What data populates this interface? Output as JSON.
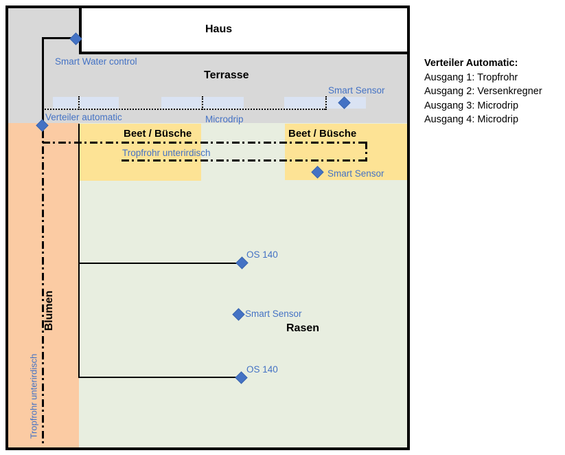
{
  "areas": {
    "haus": "Haus",
    "terrasse": "Terrasse",
    "rasen": "Rasen",
    "blumen": "Blumen",
    "beet_left": "Beet / Büsche",
    "beet_right": "Beet / Büsche"
  },
  "devices": {
    "smart_water_control": "Smart Water control",
    "verteiler_automatic": "Verteiler automatic",
    "microdrip": "Microdrip",
    "smart_sensor_terrasse": "Smart Sensor",
    "smart_sensor_beet": "Smart Sensor",
    "smart_sensor_rasen": "Smart Sensor",
    "os140_upper": "OS 140",
    "os140_lower": "OS 140"
  },
  "pipes": {
    "tropfrohr_beet": "Tropfrohr unterirdisch",
    "tropfrohr_blumen": "Tropfrohr unterirdisch"
  },
  "legend": {
    "title": "Verteiler Automatic:",
    "items": [
      "Ausgang 1: Tropfrohr",
      "Ausgang 2: Versenkregner",
      "Ausgang 3: Microdrip",
      "Ausgang 4: Microdrip"
    ]
  },
  "colors": {
    "terrasse_gray": "#d8d8d8",
    "blumen_orange": "#fbcba3",
    "rasen_green": "#e8eee0",
    "beet_yellow": "#fde395",
    "tile_lavender": "#dae3f3",
    "device_blue": "#4472c4",
    "label_blue": "#4472c4",
    "line_black": "#000000"
  }
}
